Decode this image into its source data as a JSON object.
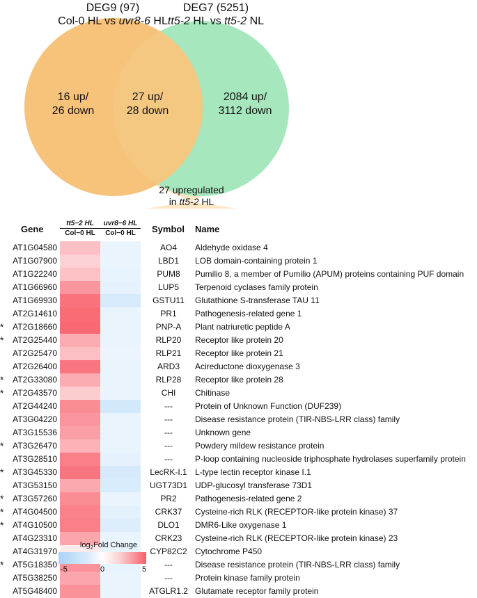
{
  "venn": {
    "left": {
      "line1": "DEG9 (97)",
      "line2_a": "Col-0 HL vs ",
      "line2_italic": "uvr8-6",
      "line2_b": " HL",
      "count_line1": "16 up/",
      "count_line2": "26 down",
      "color": "#f7c27a"
    },
    "right": {
      "line1": "DEG7 (5251)",
      "line2_italic_a": "tt5-2",
      "line2_mid": " HL vs ",
      "line2_italic_b": "tt5-2",
      "line2_b": " NL",
      "count_line1": "2084 up/",
      "count_line2": "3112 down",
      "color": "#a6e7bd"
    },
    "overlap": {
      "count_line1": "27 up/",
      "count_line2": "28 down",
      "color": "#f5c882"
    },
    "funnel": {
      "line1": "27 upregulated",
      "line2_a": "in ",
      "line2_italic": "tt5-2",
      "line2_b": " HL"
    }
  },
  "table": {
    "headers": {
      "gene": "Gene",
      "col1_top": "tt5−2 HL",
      "col1_bottom": "Col−0 HL",
      "col2_top": "uvr8−6 HL",
      "col2_bottom": "Col−0 HL",
      "symbol": "Symbol",
      "name": "Name"
    },
    "rows": [
      {
        "star": "",
        "gene": "AT1G04580",
        "symbol": "AO4",
        "name": "Aldehyde oxidase 4",
        "fc1": 2.0,
        "fc2": -1.3
      },
      {
        "star": "",
        "gene": "AT1G07900",
        "symbol": "LBD1",
        "name": "LOB domain-containing protein 1",
        "fc1": 1.4,
        "fc2": -1.2
      },
      {
        "star": "",
        "gene": "AT1G22240",
        "symbol": "PUM8",
        "name": "Pumilio 8, a member of Pumilio (APUM) proteins containing PUF domain",
        "fc1": 1.9,
        "fc2": -1.4
      },
      {
        "star": "",
        "gene": "AT1G66960",
        "symbol": "LUP5",
        "name": "Terpenoid cyclases family protein",
        "fc1": 3.3,
        "fc2": -1.5
      },
      {
        "star": "",
        "gene": "AT1G69930",
        "symbol": "GSTU11",
        "name": "Glutathione S-transferase TAU 11",
        "fc1": 4.4,
        "fc2": -2.4
      },
      {
        "star": "",
        "gene": "AT2G14610",
        "symbol": "PR1",
        "name": "Pathogenesis-related gene 1",
        "fc1": 4.6,
        "fc2": -1.2
      },
      {
        "star": "*",
        "gene": "AT2G18660",
        "symbol": "PNP-A",
        "name": "Plant natriuretic peptide A",
        "fc1": 4.7,
        "fc2": -1.3
      },
      {
        "star": "*",
        "gene": "AT2G25440",
        "symbol": "RLP20",
        "name": "Receptor like protein 20",
        "fc1": 2.6,
        "fc2": -1.2
      },
      {
        "star": "",
        "gene": "AT2G25470",
        "symbol": "RLP21",
        "name": "Receptor like protein 21",
        "fc1": 2.0,
        "fc2": -1.1
      },
      {
        "star": "",
        "gene": "AT2G26400",
        "symbol": "ARD3",
        "name": "Acireductone dioxygenase 3",
        "fc1": 4.3,
        "fc2": -1.2
      },
      {
        "star": "*",
        "gene": "AT2G33080",
        "symbol": "RLP28",
        "name": "Receptor like protein 28",
        "fc1": 2.6,
        "fc2": -1.2
      },
      {
        "star": "*",
        "gene": "AT2G43570",
        "symbol": "CHI",
        "name": "Chitinase",
        "fc1": 1.6,
        "fc2": -1.3
      },
      {
        "star": "",
        "gene": "AT2G44240",
        "symbol": "---",
        "name": "Protein of Unknown Function (DUF239)",
        "fc1": 3.6,
        "fc2": -2.6
      },
      {
        "star": "",
        "gene": "AT3G04220",
        "symbol": "---",
        "name": "Disease resistance protein (TIR-NBS-LRR class) family",
        "fc1": 3.3,
        "fc2": -1.3
      },
      {
        "star": "",
        "gene": "AT3G15536",
        "symbol": "---",
        "name": "Unknown gene",
        "fc1": 3.0,
        "fc2": -1.2
      },
      {
        "star": "*",
        "gene": "AT3G26470",
        "symbol": "---",
        "name": "Powdery mildew resistance protein",
        "fc1": 2.4,
        "fc2": -1.3
      },
      {
        "star": "",
        "gene": "AT3G28510",
        "symbol": "---",
        "name": "P-loop containing nucleoside triphosphate hydrolases superfamily protein",
        "fc1": 4.0,
        "fc2": -1.5
      },
      {
        "star": "*",
        "gene": "AT3G45330",
        "symbol": "LecRK-I.1",
        "name": "L-type lectin receptor kinase I.1",
        "fc1": 4.3,
        "fc2": -2.4
      },
      {
        "star": "",
        "gene": "AT3G53150",
        "symbol": "UGT73D1",
        "name": "UDP-glucosyl transferase 73D1",
        "fc1": 2.7,
        "fc2": -2.2
      },
      {
        "star": "*",
        "gene": "AT3G57260",
        "symbol": "PR2",
        "name": "Pathogenesis-related gene 2",
        "fc1": 3.6,
        "fc2": -1.2
      },
      {
        "star": "*",
        "gene": "AT4G04500",
        "symbol": "CRK37",
        "name": "Cysteine-rich RLK (RECEPTOR-like protein kinase) 37",
        "fc1": 3.9,
        "fc2": -1.6
      },
      {
        "star": "*",
        "gene": "AT4G10500",
        "symbol": "DLO1",
        "name": "DMR6-Like oxygenase 1",
        "fc1": 4.0,
        "fc2": -2.0
      },
      {
        "star": "",
        "gene": "AT4G23310",
        "symbol": "CRK23",
        "name": "Cysteine-rich RLK (RECEPTOR-like protein kinase) 23",
        "fc1": 2.8,
        "fc2": -1.3
      },
      {
        "star": "",
        "gene": "AT4G31970",
        "symbol": "CYP82C2",
        "name": "Cytochrome P450",
        "fc1": 0.6,
        "fc2": -1.4
      },
      {
        "star": "*",
        "gene": "AT5G18350",
        "symbol": "---",
        "name": "Disease resistance protein (TIR-NBS-LRR class) family",
        "fc1": 3.4,
        "fc2": -1.4
      },
      {
        "star": "",
        "gene": "AT5G38250",
        "symbol": "---",
        "name": "Protein kinase family protein",
        "fc1": 2.8,
        "fc2": -1.3
      },
      {
        "star": "",
        "gene": "AT5G48400",
        "symbol": "ATGLR1.2",
        "name": "Glutamate receptor family protein",
        "fc1": 3.4,
        "fc2": -1.2
      }
    ]
  },
  "legend": {
    "title_a": "log",
    "title_sub": "2",
    "title_b": "Fold Change",
    "ticks": [
      "-5",
      "0",
      "5"
    ],
    "min": -5,
    "max": 5,
    "neg_color": "#a9d3f8",
    "pos_color": "#f85f6a"
  }
}
